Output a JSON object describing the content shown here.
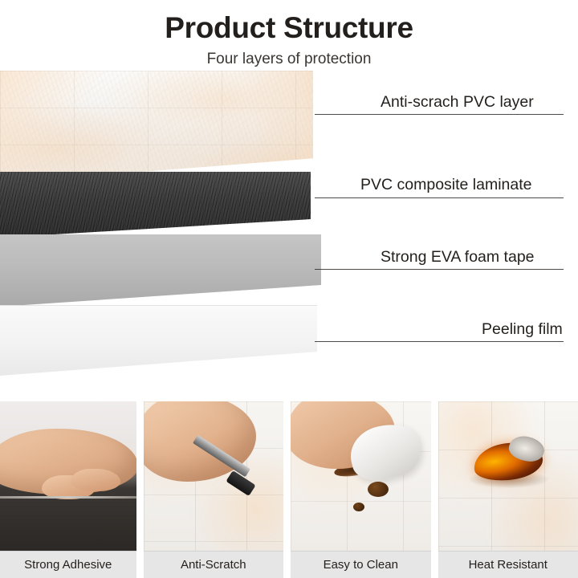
{
  "header": {
    "title": "Product Structure",
    "subtitle": "Four layers of protection"
  },
  "layers": [
    {
      "id": "layer-1",
      "label": "Anti-scrach PVC layer"
    },
    {
      "id": "layer-2",
      "label": "PVC composite laminate"
    },
    {
      "id": "layer-3",
      "label": "Strong EVA foam tape"
    },
    {
      "id": "layer-4",
      "label": "Peeling film"
    }
  ],
  "features": [
    {
      "id": "strong-adhesive",
      "caption": "Strong Adhesive"
    },
    {
      "id": "anti-scratch",
      "caption": "Anti-Scratch"
    },
    {
      "id": "easy-to-clean",
      "caption": "Easy to Clean"
    },
    {
      "id": "heat-resistant",
      "caption": "Heat Resistant"
    }
  ],
  "colors": {
    "text": "#231f1c",
    "caption_bg": "#e6e6e6",
    "laminate": "#3a3a3a",
    "foam": "#b9b9b9",
    "film": "#f2f2f2"
  }
}
